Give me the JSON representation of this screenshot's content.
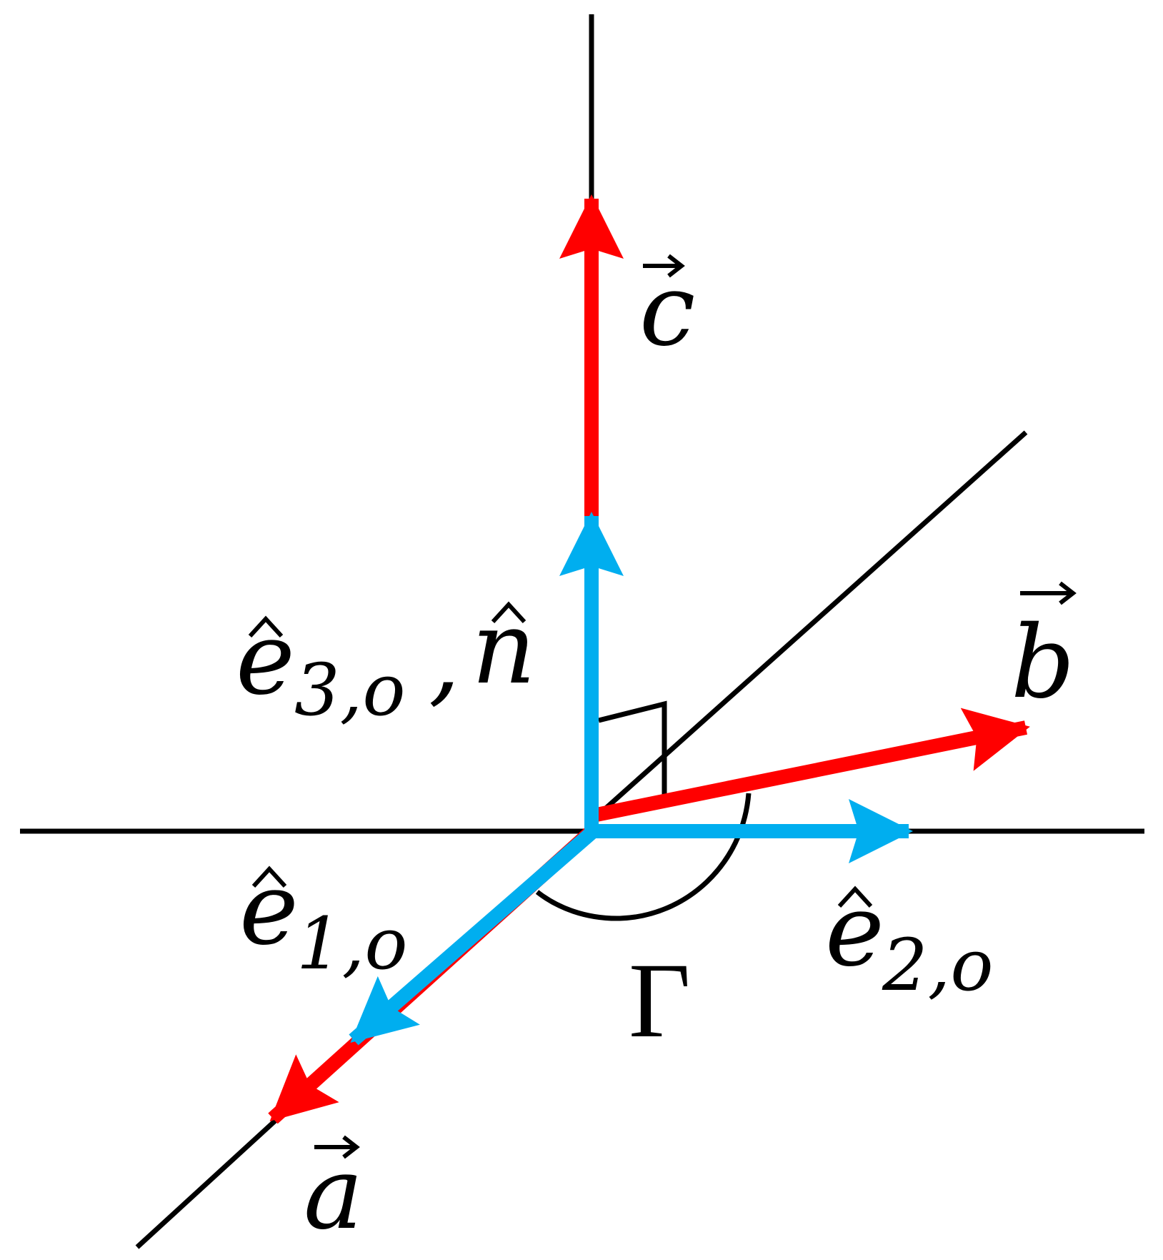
{
  "colors": {
    "lattice_vector": "#ff0000",
    "basis_vector": "#00aeef",
    "axis_line": "#000000"
  },
  "labels": {
    "c": "c",
    "b": "b",
    "a": "a",
    "e3_base": "e",
    "e3_sub": "3,o",
    "e3_sep": ",",
    "n": "n",
    "e1_base": "e",
    "e1_sub": "1,o",
    "e2_base": "e",
    "e2_sub": "2,o",
    "gamma": "Γ"
  }
}
